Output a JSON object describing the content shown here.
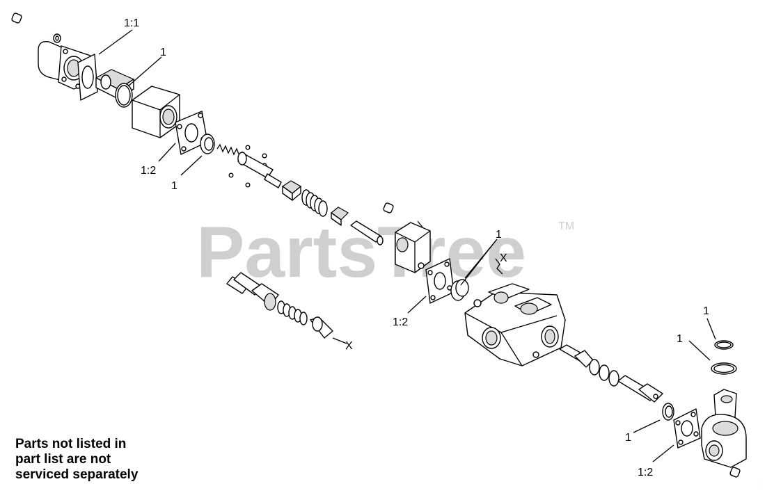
{
  "watermark": {
    "text": "PartsTree",
    "trademark": "TM"
  },
  "callouts": {
    "c1": "1:1",
    "c2": "1",
    "c3": "1:2",
    "c4": "1",
    "c5": "1:2",
    "c6": "1",
    "c7": "X",
    "c8": "X",
    "c9": "1",
    "c10": "1",
    "c11": "1",
    "c12": "1:2"
  },
  "note": {
    "line1": "Parts not listed in",
    "line2": "part list are not",
    "line3": "serviced separately"
  }
}
